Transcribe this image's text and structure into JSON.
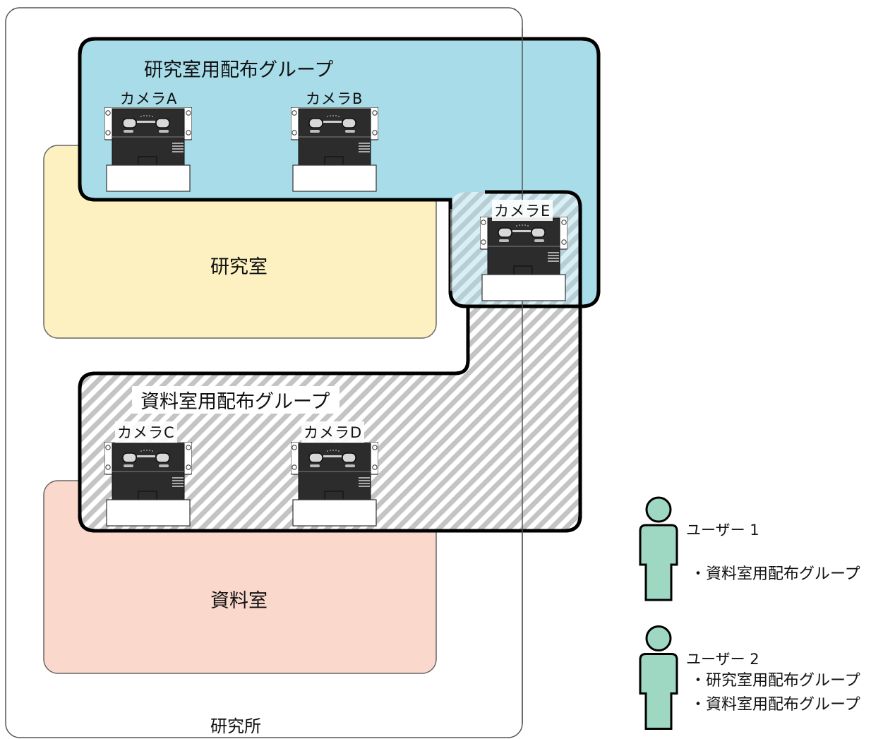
{
  "site": {
    "label": "研究所"
  },
  "rooms": [
    {
      "id": "lab",
      "label": "研究室",
      "color": "#fdf1c2"
    },
    {
      "id": "archive",
      "label": "資料室",
      "color": "#fad8cc"
    }
  ],
  "groups": [
    {
      "id": "lab-group",
      "label": "研究室用配布グループ",
      "color": "#a7dce8"
    },
    {
      "id": "archive-group",
      "label": "資料室用配布グループ",
      "color": "#bdbdbd"
    }
  ],
  "cameras": [
    {
      "id": "a",
      "label": "カメラA"
    },
    {
      "id": "b",
      "label": "カメラB"
    },
    {
      "id": "c",
      "label": "カメラC"
    },
    {
      "id": "d",
      "label": "カメラD"
    },
    {
      "id": "e",
      "label": "カメラE"
    }
  ],
  "users": [
    {
      "name": "ユーザー 1",
      "groups": [
        "・資料室用配布グループ"
      ]
    },
    {
      "name": "ユーザー 2",
      "groups": [
        "・研究室用配布グループ",
        "・資料室用配布グループ"
      ]
    }
  ],
  "colors": {
    "user_figure": "#9fd8c2",
    "outline": "#000000",
    "site_border": "#555555"
  }
}
